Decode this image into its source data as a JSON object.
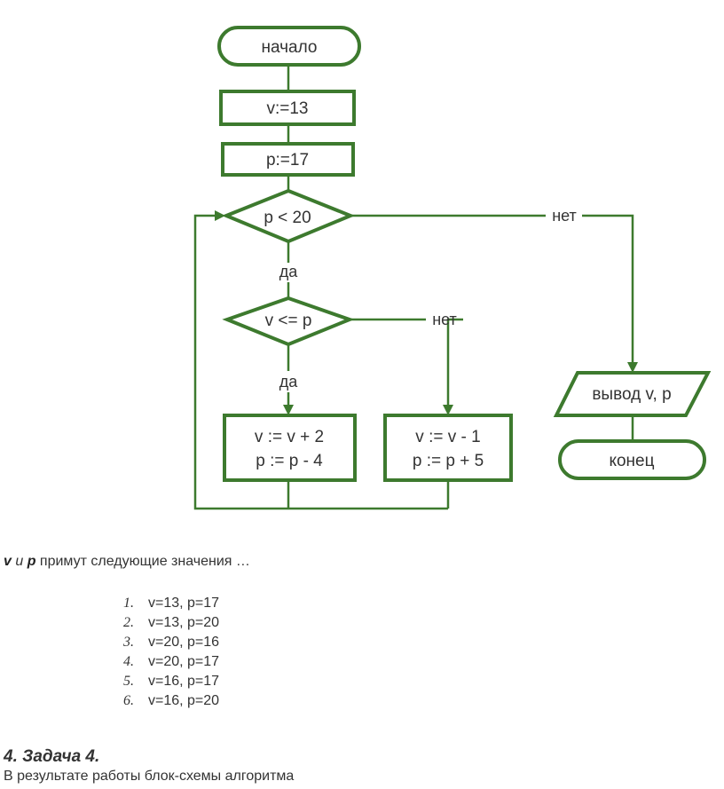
{
  "flowchart": {
    "start": "начало",
    "assign_v": "v:=13",
    "assign_p": "p:=17",
    "cond_outer": "p < 20",
    "cond_outer_yes": "да",
    "cond_outer_no": "нет",
    "cond_inner": "v <= p",
    "cond_inner_yes": "да",
    "cond_inner_no": "нет",
    "yes_block_line1": "v := v + 2",
    "yes_block_line2": "p := p - 4",
    "no_block_line1": "v := v - 1",
    "no_block_line2": "p := p + 5",
    "output": "вывод v, p",
    "end": "конец",
    "accent_color": "#3d7a2e"
  },
  "question": {
    "var_v": "v",
    "conj": " и ",
    "var_p": "p",
    "text": " примут следующие значения …"
  },
  "answers": [
    {
      "num": "1.",
      "text": "v=13, p=17"
    },
    {
      "num": "2.",
      "text": "v=13, p=20"
    },
    {
      "num": "3.",
      "text": "v=20, p=16"
    },
    {
      "num": "4.",
      "text": "v=20, p=17"
    },
    {
      "num": "5.",
      "text": "v=16, p=17"
    },
    {
      "num": "6.",
      "text": "v=16, p=20"
    }
  ],
  "task": {
    "heading": "4. Задача 4.",
    "text": "В результате работы блок-схемы алгоритма"
  }
}
